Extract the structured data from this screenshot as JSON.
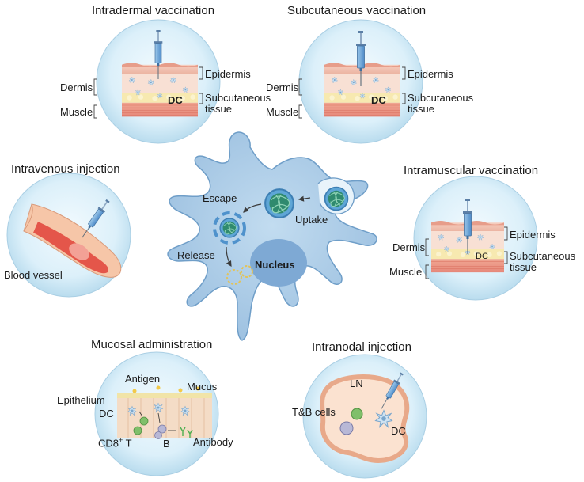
{
  "panels": {
    "intradermal": {
      "title": "Intradermal vaccination",
      "epidermis": "Epidermis",
      "dermis": "Dermis",
      "dc": "DC",
      "subcutaneous": "Subcutaneous tissue",
      "muscle": "Muscle"
    },
    "subcutaneous": {
      "title": "Subcutaneous vaccination",
      "epidermis": "Epidermis",
      "dermis": "Dermis",
      "dc": "DC",
      "subcutaneous": "Subcutaneous tissue",
      "muscle": "Muscle"
    },
    "intravenous": {
      "title": "Intravenous injection",
      "vessel": "Blood vessel"
    },
    "intramuscular": {
      "title": "Intramuscular vaccination",
      "epidermis": "Epidermis",
      "dermis": "Dermis",
      "dc": "DC",
      "subcutaneous": "Subcutaneous tissue",
      "muscle": "Muscle"
    },
    "mucosal": {
      "title": "Mucosal administration",
      "antigen": "Antigen",
      "mucus": "Mucus",
      "epithelium": "Epithelium",
      "dc": "DC",
      "cd8": "CD8",
      "cd8_sup": "+",
      "cd8_t": " T",
      "b": "B",
      "antibody": "Antibody"
    },
    "intranodal": {
      "title": "Intranodal injection",
      "ln": "LN",
      "tb": "T&B cells",
      "dc": "DC"
    }
  },
  "center": {
    "escape": "Escape",
    "uptake": "Uptake",
    "release": "Release",
    "nucleus": "Nucleus"
  },
  "colors": {
    "circle_fill": "#d9eef8",
    "circle_edge": "#aacfe4",
    "cell_fill": "#a9cbe6",
    "cell_edge": "#6f9ec8",
    "nucleus": "#7eaad6",
    "epidermis": "#f2c6b6",
    "dermis": "#f6dccf",
    "subcutaneous": "#f6e7a8",
    "muscle": "#ec9a86",
    "syringe": "#6ca3d6",
    "nanoparticle": "#2f8a6e",
    "lymph_node": "#f6ccb3"
  }
}
